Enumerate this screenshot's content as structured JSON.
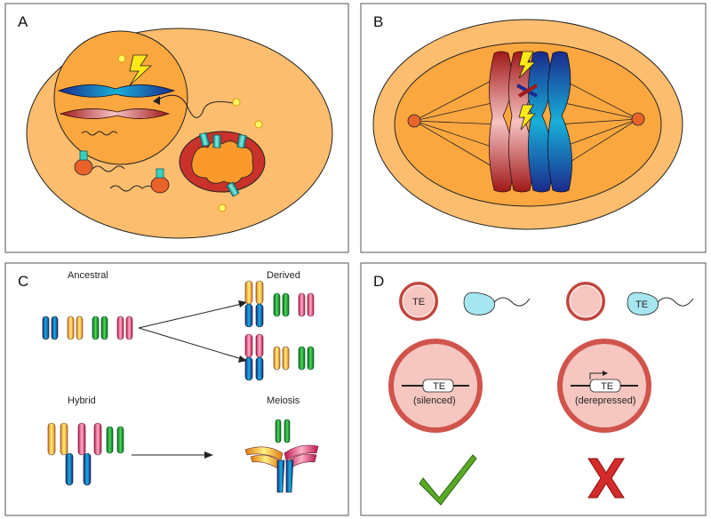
{
  "panels": {
    "a": {
      "letter": "A"
    },
    "b": {
      "letter": "B"
    },
    "c": {
      "letter": "C",
      "ancestral": "Ancestral",
      "derived": "Derived",
      "hybrid": "Hybrid",
      "meiosis": "Meiosis"
    },
    "d": {
      "letter": "D",
      "te_label": "TE",
      "silenced": "(silenced)",
      "derepressed": "(derepressed)"
    }
  }
}
